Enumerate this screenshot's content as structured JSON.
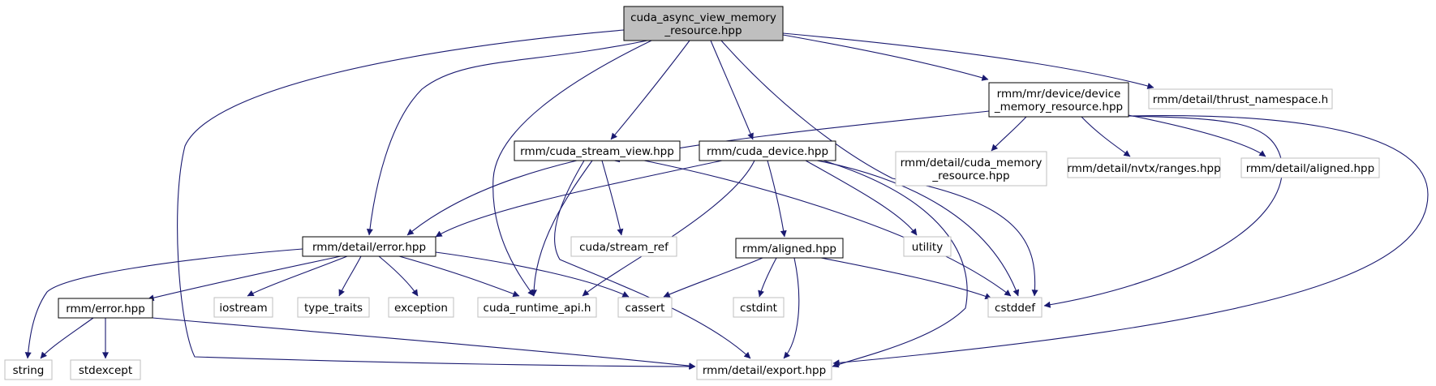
{
  "colors": {
    "edge": "#191970",
    "root_fill": "#bfbfbf",
    "root_border": "#000000",
    "documented_border": "#000000",
    "external_border": "#bfbfbf",
    "node_fill": "#ffffff",
    "text": "#000000"
  },
  "nodes": [
    {
      "id": "root",
      "lines": [
        "cuda_async_view_memory",
        "_resource.hpp"
      ],
      "kind": "root"
    },
    {
      "id": "device_mr",
      "lines": [
        "rmm/mr/device/device",
        "_memory_resource.hpp"
      ],
      "kind": "documented"
    },
    {
      "id": "thrust_ns",
      "lines": [
        "rmm/detail/thrust_namespace.h"
      ],
      "kind": "external"
    },
    {
      "id": "cuda_mr",
      "lines": [
        "rmm/detail/cuda_memory",
        "_resource.hpp"
      ],
      "kind": "external"
    },
    {
      "id": "nvtx",
      "lines": [
        "rmm/detail/nvtx/ranges.hpp"
      ],
      "kind": "external"
    },
    {
      "id": "detail_aligned",
      "lines": [
        "rmm/detail/aligned.hpp"
      ],
      "kind": "external"
    },
    {
      "id": "stream_view",
      "lines": [
        "rmm/cuda_stream_view.hpp"
      ],
      "kind": "documented"
    },
    {
      "id": "cuda_device",
      "lines": [
        "rmm/cuda_device.hpp"
      ],
      "kind": "documented"
    },
    {
      "id": "stream_ref",
      "lines": [
        "cuda/stream_ref"
      ],
      "kind": "external"
    },
    {
      "id": "utility",
      "lines": [
        "utility"
      ],
      "kind": "external"
    },
    {
      "id": "detail_error",
      "lines": [
        "rmm/detail/error.hpp"
      ],
      "kind": "documented"
    },
    {
      "id": "aligned",
      "lines": [
        "rmm/aligned.hpp"
      ],
      "kind": "documented"
    },
    {
      "id": "error",
      "lines": [
        "rmm/error.hpp"
      ],
      "kind": "documented"
    },
    {
      "id": "iostream",
      "lines": [
        "iostream"
      ],
      "kind": "external"
    },
    {
      "id": "type_traits",
      "lines": [
        "type_traits"
      ],
      "kind": "external"
    },
    {
      "id": "exception",
      "lines": [
        "exception"
      ],
      "kind": "external"
    },
    {
      "id": "cuda_runtime",
      "lines": [
        "cuda_runtime_api.h"
      ],
      "kind": "external"
    },
    {
      "id": "cassert",
      "lines": [
        "cassert"
      ],
      "kind": "external"
    },
    {
      "id": "cstdint",
      "lines": [
        "cstdint"
      ],
      "kind": "external"
    },
    {
      "id": "cstddef",
      "lines": [
        "cstddef"
      ],
      "kind": "external"
    },
    {
      "id": "string",
      "lines": [
        "string"
      ],
      "kind": "external"
    },
    {
      "id": "stdexcept",
      "lines": [
        "stdexcept"
      ],
      "kind": "external"
    },
    {
      "id": "export",
      "lines": [
        "rmm/detail/export.hpp"
      ],
      "kind": "external"
    }
  ],
  "edges": [
    [
      "root",
      "device_mr"
    ],
    [
      "root",
      "thrust_ns"
    ],
    [
      "root",
      "stream_view"
    ],
    [
      "root",
      "cuda_device"
    ],
    [
      "root",
      "detail_error"
    ],
    [
      "root",
      "cuda_runtime"
    ],
    [
      "root",
      "cstddef"
    ],
    [
      "root",
      "export"
    ],
    [
      "device_mr",
      "stream_view"
    ],
    [
      "device_mr",
      "cuda_mr"
    ],
    [
      "device_mr",
      "nvtx"
    ],
    [
      "device_mr",
      "detail_aligned"
    ],
    [
      "device_mr",
      "cstddef"
    ],
    [
      "device_mr",
      "export"
    ],
    [
      "stream_view",
      "detail_error"
    ],
    [
      "stream_view",
      "stream_ref"
    ],
    [
      "stream_view",
      "cuda_runtime"
    ],
    [
      "stream_view",
      "cstddef"
    ],
    [
      "stream_view",
      "export"
    ],
    [
      "cuda_device",
      "detail_error"
    ],
    [
      "cuda_device",
      "aligned"
    ],
    [
      "cuda_device",
      "utility"
    ],
    [
      "cuda_device",
      "cuda_runtime"
    ],
    [
      "cuda_device",
      "cstddef"
    ],
    [
      "cuda_device",
      "export"
    ],
    [
      "detail_error",
      "error"
    ],
    [
      "detail_error",
      "iostream"
    ],
    [
      "detail_error",
      "type_traits"
    ],
    [
      "detail_error",
      "exception"
    ],
    [
      "detail_error",
      "cuda_runtime"
    ],
    [
      "detail_error",
      "cassert"
    ],
    [
      "detail_error",
      "string"
    ],
    [
      "aligned",
      "cassert"
    ],
    [
      "aligned",
      "cstdint"
    ],
    [
      "aligned",
      "cstddef"
    ],
    [
      "aligned",
      "export"
    ],
    [
      "error",
      "string"
    ],
    [
      "error",
      "stdexcept"
    ],
    [
      "error",
      "export"
    ]
  ]
}
